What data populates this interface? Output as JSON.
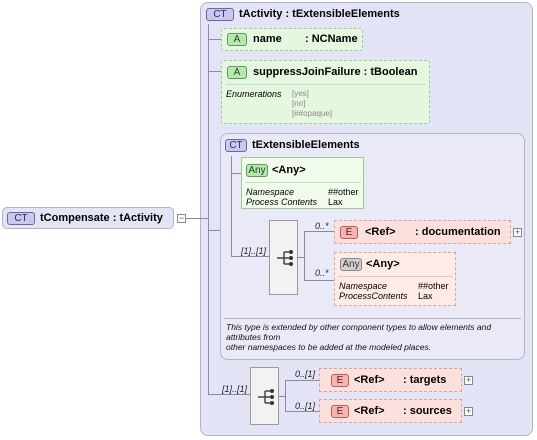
{
  "root": {
    "badge": "CT",
    "label": "tCompensate : tActivity"
  },
  "base": {
    "badge": "CT",
    "title": "tActivity : tExtensibleElements",
    "attr_name": {
      "badge": "A",
      "name": "name",
      "type": ": NCName"
    },
    "attr_sjf": {
      "badge": "A",
      "label": "suppressJoinFailure : tBoolean",
      "enum_label": "Enumerations",
      "values": [
        "[yes]",
        "[no]",
        "[##opaque]"
      ]
    }
  },
  "ext": {
    "badge": "CT",
    "title": "tExtensibleElements",
    "any_attr": {
      "badge": "Any",
      "label": "<Any>",
      "ns_label": "Namespace",
      "ns_value": "##other",
      "pc_label": "Process Contents",
      "pc_value": "Lax"
    },
    "seq_occ": "[1]..[1]",
    "doc_occ": "0..*",
    "documentation": {
      "badge": "E",
      "ref": "<Ref>",
      "name": ": documentation"
    },
    "any_occ": "0..*",
    "any_el": {
      "badge": "Any",
      "label": "<Any>",
      "ns_label": "Namespace",
      "ns_value": "##other",
      "pc_label": "ProcessContents",
      "pc_value": "Lax"
    },
    "note_lines": [
      "This type is extended by other component types to allow elements and attributes from",
      "other namespaces to be added at the modeled places."
    ]
  },
  "bottom_seq": {
    "occ": "[1]..[1]",
    "targets_occ": "0..[1]",
    "targets": {
      "badge": "E",
      "ref": "<Ref>",
      "name": ": targets"
    },
    "sources_occ": "0..[1]",
    "sources": {
      "badge": "E",
      "ref": "<Ref>",
      "name": ": sources"
    }
  },
  "colors": {
    "complex_type_bg": "#e4e4f7",
    "attribute_bg": "#e5f7df",
    "element_bg": "#fbe0dd",
    "sequence_bg": "#f2f2f2"
  }
}
